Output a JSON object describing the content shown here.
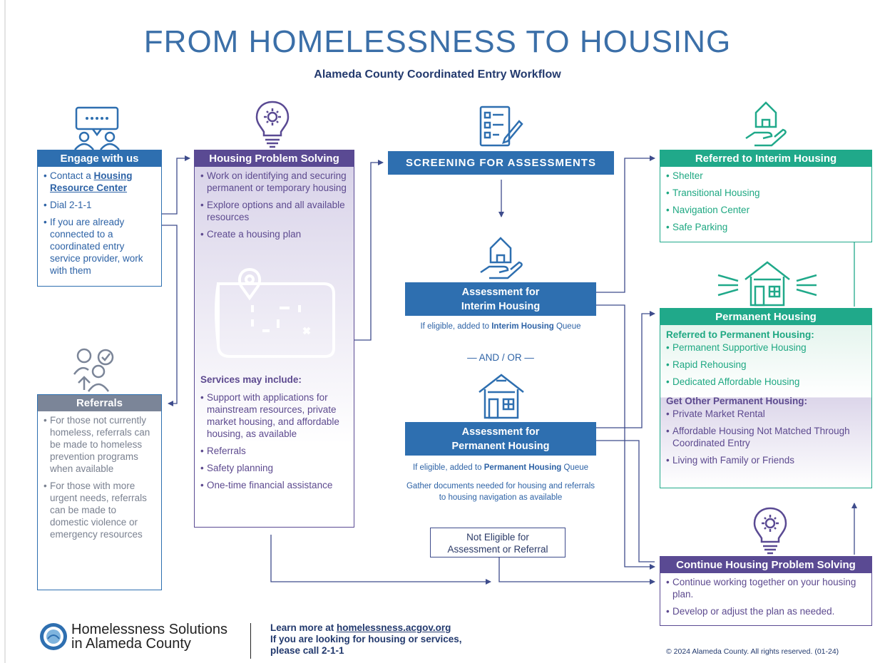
{
  "title": "FROM HOMELESSNESS TO HOUSING",
  "subtitle": "Alameda County Coordinated Entry Workflow",
  "engage": {
    "header": "Engage with us",
    "item1_prefix": "Contact a ",
    "item1_link": "Housing Resource Center",
    "item2": "Dial 2-1-1",
    "item3": "If you are already connected to a coordinated entry service provider, work with them"
  },
  "referrals": {
    "header": "Referrals",
    "items": [
      "For those not currently homeless, referrals can be made to homeless prevention programs when available",
      "For those with more urgent needs, referrals can be made to domestic violence or emergency resources"
    ]
  },
  "problem_solving": {
    "header": "Housing Problem Solving",
    "items": [
      "Work on identifying and securing permanent or temporary housing",
      "Explore options and all available resources",
      "Create a housing plan"
    ],
    "services_heading": "Services may include:",
    "services": [
      "Support with applications for mainstream resources, private market housing, and affordable housing, as available",
      "Referrals",
      "Safety planning",
      "One-time financial assistance"
    ]
  },
  "screening": {
    "label": "SCREENING FOR ASSESSMENTS"
  },
  "interim_assessment": {
    "label_line1": "Assessment for",
    "label_line2": "Interim Housing",
    "note_prefix": "If eligible, added to ",
    "note_bold": "Interim Housing",
    "note_suffix": " Queue"
  },
  "and_or": "— AND / OR —",
  "permanent_assessment": {
    "label_line1": "Assessment for",
    "label_line2": "Permanent Housing",
    "note_prefix": "If eligible, added to ",
    "note_bold": "Permanent Housing",
    "note_suffix": " Queue",
    "note2_line1": "Gather documents needed for housing and referrals",
    "note2_line2": "to housing navigation as available"
  },
  "not_eligible": {
    "line1": "Not Eligible for",
    "line2": "Assessment or Referral"
  },
  "interim_referred": {
    "header": "Referred to Interim Housing",
    "items": [
      "Shelter",
      "Transitional Housing",
      "Navigation Center",
      "Safe Parking"
    ]
  },
  "permanent_housing": {
    "header": "Permanent Housing",
    "referred_heading": "Referred to Permanent Housing:",
    "referred_items": [
      "Permanent Supportive Housing",
      "Rapid Rehousing",
      "Dedicated Affordable Housing"
    ],
    "other_heading": "Get Other Permanent Housing:",
    "other_items": [
      "Private Market Rental",
      "Affordable Housing Not Matched Through Coordinated Entry",
      "Living with Family or Friends"
    ]
  },
  "continue": {
    "header": "Continue Housing Problem Solving",
    "items": [
      "Continue working together on your housing plan.",
      "Develop or adjust the plan as needed."
    ]
  },
  "footer": {
    "org_line1": "Homelessness Solutions",
    "org_line2": "in Alameda County",
    "learn_prefix": "Learn more at ",
    "learn_link": "homelessness.acgov.org",
    "call_line1": "If you are looking for housing or services,",
    "call_line2": "please call 2-1-1",
    "copyright": "© 2024 Alameda County. All rights reserved. (01-24)"
  },
  "colors": {
    "blue": "#2e6fb0",
    "purple": "#5a4a93",
    "gray": "#7b8598",
    "teal": "#20a98a",
    "navy": "#233a6e"
  },
  "icons": [
    "chat-people-icon",
    "gear-lightbulb-icon",
    "checklist-icon",
    "house-hand-icon",
    "house-icon",
    "people-check-icon",
    "map-pin-icon",
    "seal-logo-icon"
  ]
}
